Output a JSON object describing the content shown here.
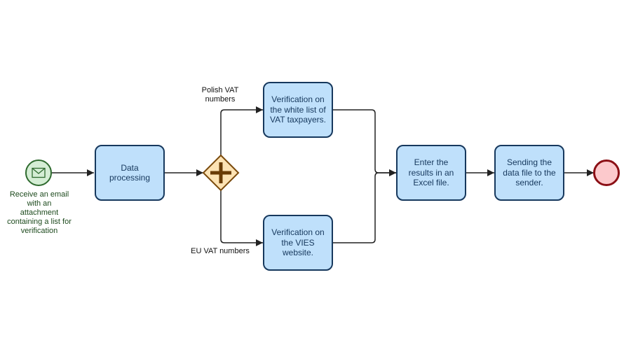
{
  "diagram": {
    "start_event": {
      "label": "Receive an email with an attachment containing a list for verification",
      "icon": "envelope-icon"
    },
    "tasks": [
      {
        "id": "data_processing",
        "label": "Data processing"
      },
      {
        "id": "verify_white_list",
        "label": "Verification on the white list of VAT taxpayers."
      },
      {
        "id": "verify_vies",
        "label": "Verification on the VIES website."
      },
      {
        "id": "enter_results",
        "label": "Enter the results in an Excel file."
      },
      {
        "id": "send_file",
        "label": "Sending the data file to the sender."
      }
    ],
    "gateway": {
      "type": "parallel",
      "icon": "plus-icon"
    },
    "flows": [
      {
        "from": "gateway",
        "to": "verify_white_list",
        "label": "Polish VAT numbers"
      },
      {
        "from": "gateway",
        "to": "verify_vies",
        "label": "EU VAT numbers"
      }
    ],
    "end_event": {
      "label": ""
    }
  },
  "colors": {
    "start_fill": "#d5eed5",
    "start_stroke": "#2f6b2f",
    "task_fill": "#bfe0fb",
    "task_stroke": "#16385d",
    "gateway_fill": "#fde3b4",
    "gateway_stroke": "#7a4a0c",
    "gateway_plus": "#6a3c05",
    "end_fill": "#fcc9cc",
    "end_stroke": "#8b0f15",
    "edge": "#222222"
  }
}
